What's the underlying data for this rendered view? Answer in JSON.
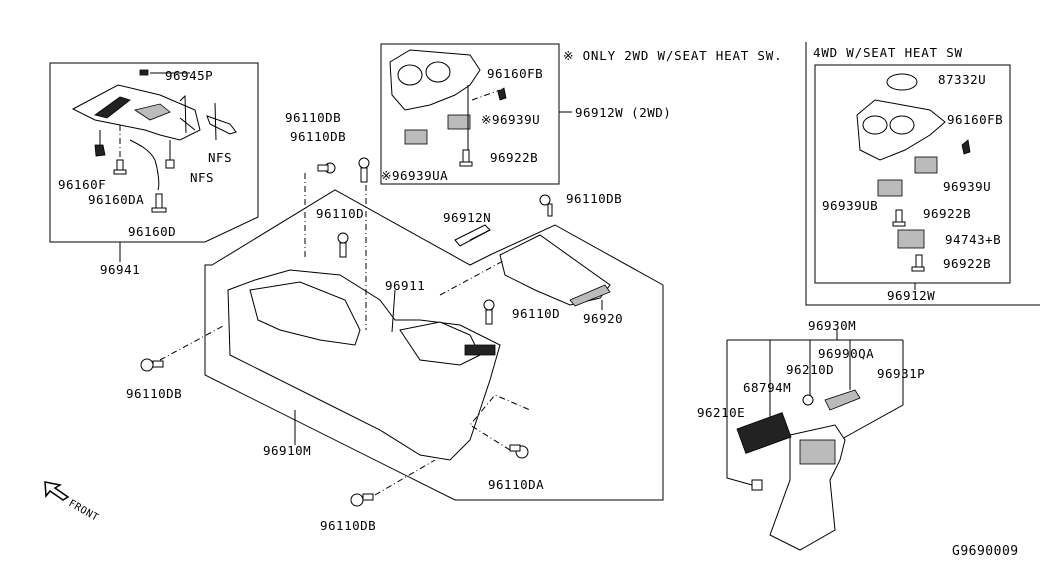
{
  "diagram": {
    "code": "G9690009",
    "front_label": "FRONT",
    "notes": {
      "only_2wd": "※ ONLY 2WD W/SEAT HEAT SW.",
      "title_4wd": "4WD W/SEAT HEAT SW"
    },
    "groups": {
      "shift_panel": {
        "assembly": "96941",
        "parts": [
          "96945P",
          "NFS",
          "NFS",
          "96160F",
          "96160DA",
          "96160D"
        ]
      },
      "cup_holder_2wd": {
        "assembly": "96912W (2WD)",
        "parts": [
          "96160FB",
          "※96939U",
          "96922B",
          "※96939UA"
        ]
      },
      "cup_holder_4wd": {
        "assembly": "96912W",
        "parts": [
          "87332U",
          "96160FB",
          "96939U",
          "96939UB",
          "96922B",
          "94743+B",
          "96922B"
        ]
      },
      "console_body": {
        "assembly": "96910M",
        "parts": [
          "96110DB",
          "96110DB",
          "96110D",
          "96912N",
          "96110DB",
          "96911",
          "96110D",
          "96920",
          "96110DB",
          "96110DA",
          "96110DB"
        ]
      },
      "rear_finisher": {
        "assembly": "96930M",
        "parts": [
          "96990QA",
          "96210D",
          "96931P",
          "68794M",
          "96210E"
        ]
      }
    }
  }
}
